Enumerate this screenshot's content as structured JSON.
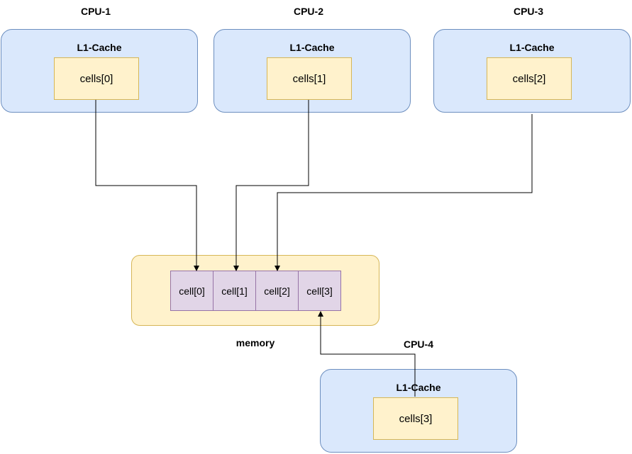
{
  "cpus": [
    {
      "title": "CPU-1",
      "cache_label": "L1-Cache",
      "cell": "cells[0]"
    },
    {
      "title": "CPU-2",
      "cache_label": "L1-Cache",
      "cell": "cells[1]"
    },
    {
      "title": "CPU-3",
      "cache_label": "L1-Cache",
      "cell": "cells[2]"
    },
    {
      "title": "CPU-4",
      "cache_label": "L1-Cache",
      "cell": "cells[3]"
    }
  ],
  "memory": {
    "label": "memory",
    "cells": [
      "cell[0]",
      "cell[1]",
      "cell[2]",
      "cell[3]"
    ]
  },
  "colors": {
    "cpu_fill": "#dae8fc",
    "cpu_stroke": "#6c8ebf",
    "cache_cell_fill": "#fff2cc",
    "cache_cell_stroke": "#d6b656",
    "memory_cell_fill": "#e1d5e7",
    "memory_cell_stroke": "#9673a6",
    "connector": "#000000"
  }
}
